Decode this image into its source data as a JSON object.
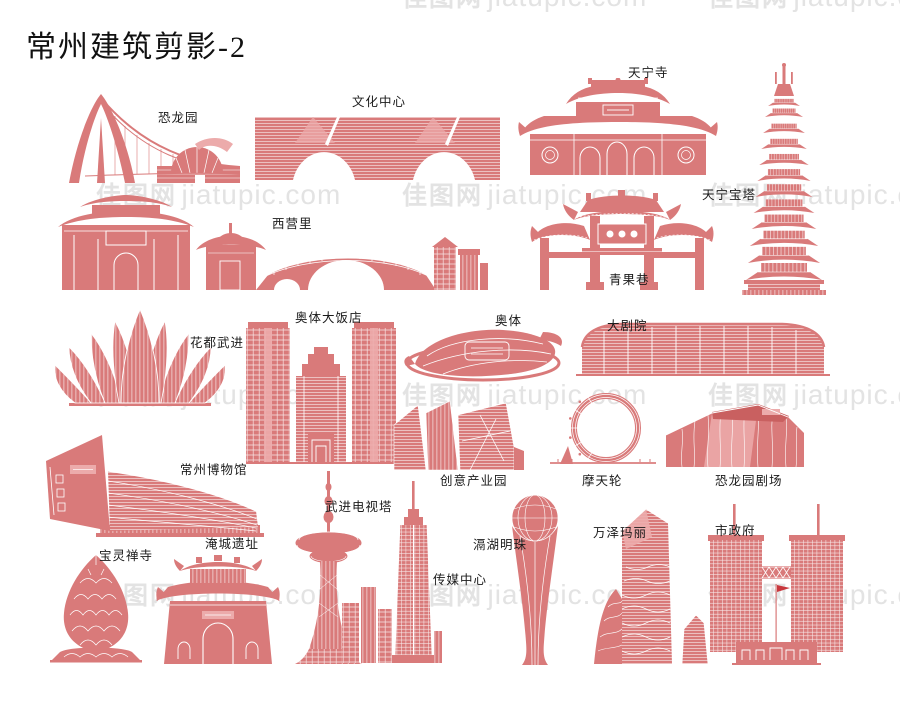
{
  "title": "常州建筑剪影-2",
  "colors": {
    "building": "#d97a7a",
    "building_light": "#ecabab",
    "building_dark": "#c96060",
    "flag_red": "#c8373d",
    "watermark": "#e3e3e3",
    "label": "#1a1a1a"
  },
  "watermark": {
    "cn": "佳图网",
    "en": "jiatupic.com"
  },
  "buildings": [
    {
      "id": "dinosaur-park",
      "label": "恐龙园"
    },
    {
      "id": "culture-center",
      "label": "文化中心"
    },
    {
      "id": "tianning-temple",
      "label": "天宁寺"
    },
    {
      "id": "tianning-pagoda",
      "label": "天宁宝塔"
    },
    {
      "id": "xiyingli",
      "label": "西营里"
    },
    {
      "id": "qingguo-lane",
      "label": "青果巷"
    },
    {
      "id": "huadu-wujin",
      "label": "花都武进"
    },
    {
      "id": "aoti-hotel",
      "label": "奥体大饭店"
    },
    {
      "id": "aoti",
      "label": "奥体"
    },
    {
      "id": "grand-theatre",
      "label": "大剧院"
    },
    {
      "id": "museum",
      "label": "常州博物馆"
    },
    {
      "id": "creative-park",
      "label": "创意产业园"
    },
    {
      "id": "ferris-wheel",
      "label": "摩天轮"
    },
    {
      "id": "dinosaur-theatre",
      "label": "恐龙园剧场"
    },
    {
      "id": "baoling-temple",
      "label": "宝灵禅寺"
    },
    {
      "id": "yancheng-ruins",
      "label": "淹城遗址"
    },
    {
      "id": "wujin-tv-tower",
      "label": "武进电视塔"
    },
    {
      "id": "media-center",
      "label": "传媒中心"
    },
    {
      "id": "gehu-pearl",
      "label": "滆湖明珠"
    },
    {
      "id": "wanze-mary",
      "label": "万泽玛丽"
    },
    {
      "id": "city-government",
      "label": "市政府"
    }
  ]
}
